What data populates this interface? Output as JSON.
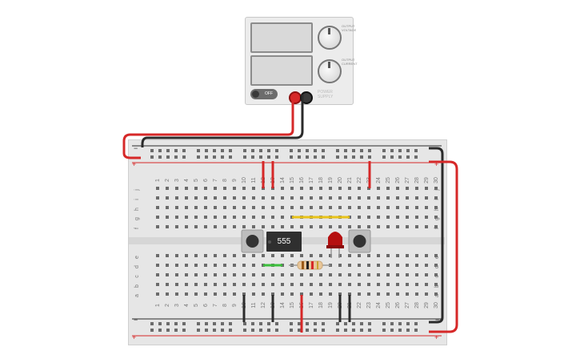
{
  "power_supply": {
    "knob_top_label": "OUTPUT VOLTAGE",
    "knob_bottom_label": "OUTPUT CURRENT",
    "switch_label": "OFF",
    "brand_line1": "POWER",
    "brand_line2": "SUPPLY",
    "colors": {
      "positive": "#d62828",
      "negative": "#2b2b2b"
    }
  },
  "breadboard": {
    "column_numbers": [
      "1",
      "2",
      "3",
      "4",
      "5",
      "6",
      "7",
      "8",
      "9",
      "10",
      "11",
      "12",
      "13",
      "14",
      "15",
      "16",
      "17",
      "18",
      "19",
      "20",
      "21",
      "22",
      "23",
      "24",
      "25",
      "26",
      "27",
      "28",
      "29",
      "30"
    ],
    "top_row_letters": [
      "j",
      "i",
      "h",
      "g",
      "f"
    ],
    "bottom_row_letters": [
      "e",
      "d",
      "c",
      "b",
      "a"
    ],
    "rail_minus": "−",
    "rail_plus": "+"
  },
  "components": {
    "ic_label": "555",
    "led_color": "#d62828",
    "wire_colors": {
      "red": "#d62828",
      "black": "#2b2b2b",
      "yellow": "#e8c31a",
      "green": "#3cbf3c"
    }
  }
}
